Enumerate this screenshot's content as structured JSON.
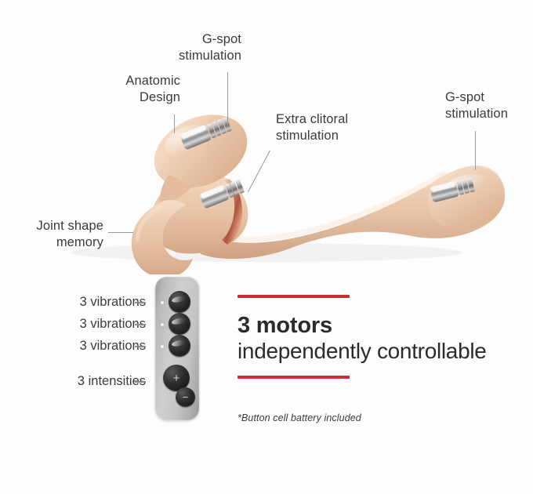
{
  "meta": {
    "background_color": "#fdfdfd",
    "accent_red": "#d32836",
    "label_color": "#3b3b3b",
    "leader_line_color": "#9a9a9a",
    "product_skin_color": "#e9c6a9",
    "remote_body_color": "#c4c4c4",
    "remote_button_color": "#1f1f1f"
  },
  "callouts": [
    {
      "id": "gspot-top",
      "text": "G-spot\nstimulation"
    },
    {
      "id": "anatomic",
      "text": "Anatomic\nDesign"
    },
    {
      "id": "extra-clitoral",
      "text": "Extra clitoral\nstimulation"
    },
    {
      "id": "gspot-right",
      "text": "G-spot\nstimulation"
    },
    {
      "id": "joint",
      "text": "Joint shape\nmemory"
    }
  ],
  "remote": {
    "labels": [
      {
        "text": "3 vibrations"
      },
      {
        "text": "3 vibrations"
      },
      {
        "text": "3 vibrations"
      },
      {
        "text": "3 intensities"
      }
    ],
    "buttons": [
      {
        "name": "vibration-button-1",
        "symbol": ""
      },
      {
        "name": "vibration-button-2",
        "symbol": ""
      },
      {
        "name": "vibration-button-3",
        "symbol": ""
      },
      {
        "name": "intensity-increase-button",
        "symbol": "+"
      },
      {
        "name": "intensity-decrease-button",
        "symbol": "−"
      }
    ]
  },
  "headline": {
    "strong": "3 motors",
    "light": "independently controllable"
  },
  "footnote": "*Button cell battery included"
}
